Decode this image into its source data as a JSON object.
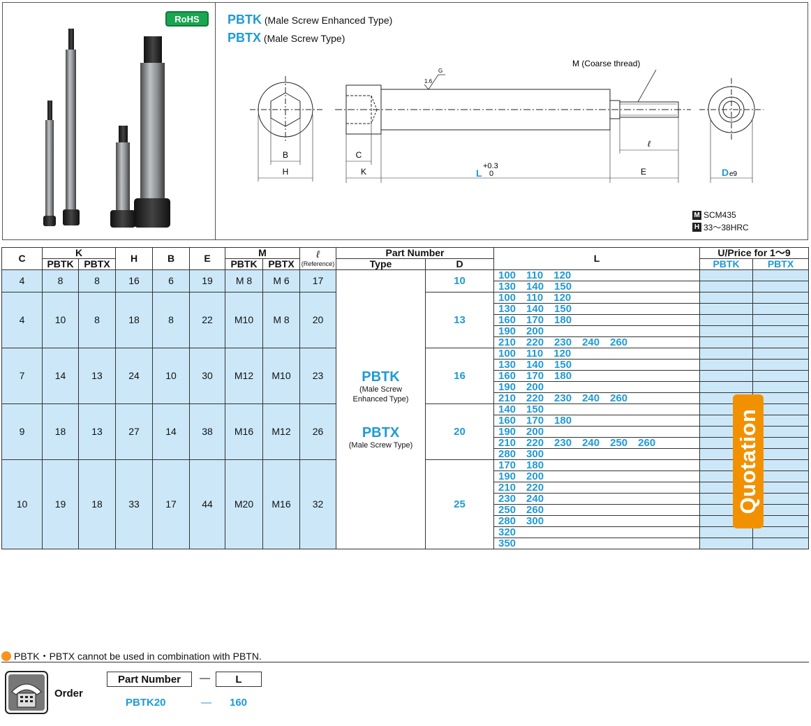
{
  "header": {
    "rohs": "RoHS",
    "pbtk_code": "PBTK",
    "pbtk_desc": "(Male Screw Enhanced Type)",
    "pbtx_code": "PBTX",
    "pbtx_desc": "(Male Screw Type)"
  },
  "drawing": {
    "thread_label": "M (Coarse thread)",
    "surface_mark": "1.6",
    "surface_mark2": "G",
    "dim_B": "B",
    "dim_H": "H",
    "dim_C": "C",
    "dim_K": "K",
    "dim_L": "L",
    "dim_L_tol_upper": "+0.3",
    "dim_L_tol_lower": "0",
    "dim_E": "E",
    "dim_ell": "ℓ",
    "dim_D": "D",
    "dim_D_sub": "e9"
  },
  "material": {
    "m_icon": "M",
    "m_text": "SCM435",
    "h_icon": "H",
    "h_text": "33～38HRC"
  },
  "table": {
    "headers": {
      "C": "C",
      "K": "K",
      "H": "H",
      "B": "B",
      "E": "E",
      "M": "M",
      "ell": "ℓ",
      "ell_sub": "(Reference)",
      "part_number": "Part Number",
      "type": "Type",
      "D": "D",
      "L": "L",
      "uprice": "U/Price for 1～9",
      "pbtk": "PBTK",
      "pbtx": "PBTX"
    },
    "type_pbtk": "PBTK",
    "type_pbtk_desc": "(Male Screw Enhanced Type)",
    "type_pbtx": "PBTX",
    "type_pbtx_desc": "(Male Screw Type)",
    "groups": [
      {
        "C": "4",
        "K_pbtk": "8",
        "K_pbtx": "8",
        "H": "16",
        "B": "6",
        "E": "19",
        "M_pbtk": "M 8",
        "M_pbtx": "M 6",
        "ell": "17",
        "D": "10",
        "L_rows": [
          "100　110　120",
          "130　140　150"
        ]
      },
      {
        "C": "4",
        "K_pbtk": "10",
        "K_pbtx": "8",
        "H": "18",
        "B": "8",
        "E": "22",
        "M_pbtk": "M10",
        "M_pbtx": "M 8",
        "ell": "20",
        "D": "13",
        "L_rows": [
          "100　110　120",
          "130　140　150",
          "160　170　180",
          "190　200",
          "210　220　230　240　260"
        ]
      },
      {
        "C": "7",
        "K_pbtk": "14",
        "K_pbtx": "13",
        "H": "24",
        "B": "10",
        "E": "30",
        "M_pbtk": "M12",
        "M_pbtx": "M10",
        "ell": "23",
        "D": "16",
        "L_rows": [
          "100　110　120",
          "130　140　150",
          "160　170　180",
          "190　200",
          "210　220　230　240　260"
        ]
      },
      {
        "C": "9",
        "K_pbtk": "18",
        "K_pbtx": "13",
        "H": "27",
        "B": "14",
        "E": "38",
        "M_pbtk": "M16",
        "M_pbtx": "M12",
        "ell": "26",
        "D": "20",
        "L_rows": [
          "140　150",
          "160　170　180",
          "190　200",
          "210　220　230　240　250　260",
          "280　300"
        ]
      },
      {
        "C": "10",
        "K_pbtk": "19",
        "K_pbtx": "18",
        "H": "33",
        "B": "17",
        "E": "44",
        "M_pbtk": "M20",
        "M_pbtx": "M16",
        "ell": "32",
        "D": "25",
        "L_rows": [
          "170　180",
          "190　200",
          "210　220",
          "230　240",
          "250　260",
          "280　300",
          "320",
          "350"
        ]
      }
    ],
    "quotation": "Quotation"
  },
  "note": "PBTK・PBTX cannot be used in combination with PBTN.",
  "order": {
    "label": "Order",
    "part_number_hdr": "Part Number",
    "dash": "—",
    "L_hdr": "L",
    "example_pn": "PBTK20",
    "example_L": "160"
  }
}
